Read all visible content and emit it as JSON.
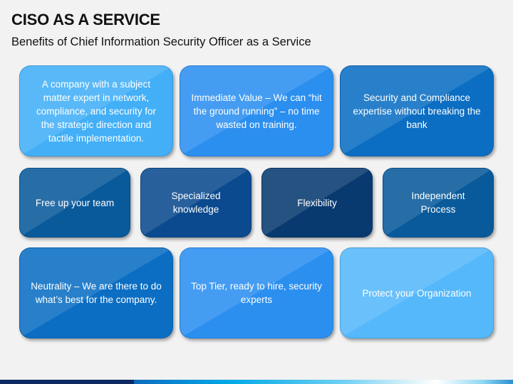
{
  "header": {
    "title": "CISO AS A SERVICE",
    "subtitle": "Benefits of Chief Information Security Officer as a Service"
  },
  "colors": {
    "background": "#f2f2f2",
    "light_blue": "#42aff7",
    "bright_blue": "#2b8ff0",
    "medium_blue": "#0b6ec3",
    "steel_blue": "#095a9b",
    "navy_blue": "#0b4a8f",
    "dark_navy": "#083a70",
    "sky_blue": "#55b8fa",
    "footer_dark": "#0d2a63"
  },
  "boxes": {
    "top_row": [
      {
        "text": "A company with a subject matter expert in network, compliance, and security for the strategic direction and tactile implementation.",
        "color": "#42aff7"
      },
      {
        "text": "Immediate Value – We can “hit the ground running” – no time wasted on training.",
        "color": "#2b8ff0"
      },
      {
        "text": "Security and Compliance expertise without breaking the bank",
        "color": "#0b6ec3"
      }
    ],
    "middle_row": [
      {
        "text": "Free up your team",
        "color": "#095a9b"
      },
      {
        "text": "Specialized knowledge",
        "color": "#0b4a8f"
      },
      {
        "text": "Flexibility",
        "color": "#083a70"
      },
      {
        "text": "Independent Process",
        "color": "#095a9b"
      }
    ],
    "bottom_row": [
      {
        "text": "Neutrality – We are there to do what’s best for the company.",
        "color": "#0b6ec3"
      },
      {
        "text": "Top Tier, ready to hire, security experts",
        "color": "#2b8ff0"
      },
      {
        "text": "Protect your Organization",
        "color": "#55b8fa"
      }
    ]
  }
}
